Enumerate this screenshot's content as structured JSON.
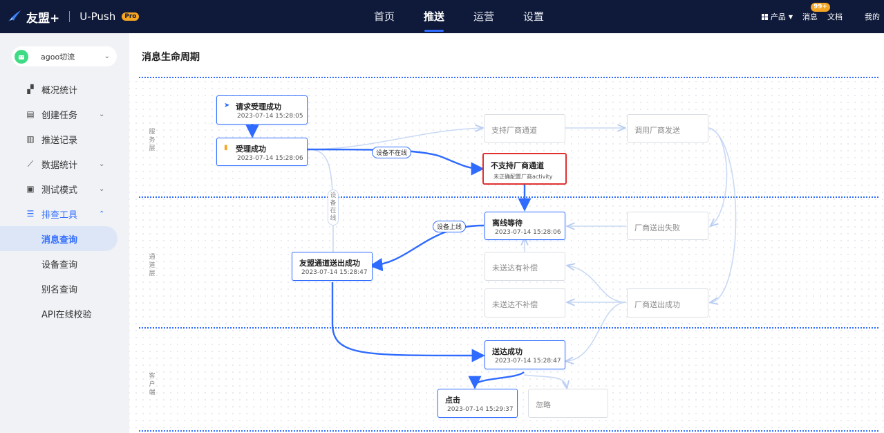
{
  "header": {
    "brand": "友盟+",
    "product": "U-Push",
    "product_badge": "Pro",
    "nav": [
      "首页",
      "推送",
      "运营",
      "设置"
    ],
    "nav_active_index": 1,
    "right": {
      "products": "产品",
      "messages": "消息",
      "messages_badge": "99+",
      "docs": "文档",
      "mine": "我的"
    }
  },
  "sidebar": {
    "app_select": "agoo切流",
    "items": [
      {
        "label": "概况统计",
        "icon": "chart-icon",
        "has_chevron": false
      },
      {
        "label": "创建任务",
        "icon": "task-icon",
        "has_chevron": true
      },
      {
        "label": "推送记录",
        "icon": "record-icon",
        "has_chevron": false
      },
      {
        "label": "数据统计",
        "icon": "line-chart-icon",
        "has_chevron": true
      },
      {
        "label": "测试模式",
        "icon": "monitor-icon",
        "has_chevron": true
      },
      {
        "label": "排查工具",
        "icon": "list-icon",
        "has_chevron": true,
        "open": true
      }
    ],
    "sub_items": [
      "消息查询",
      "设备查询",
      "别名查询",
      "API在线校验"
    ],
    "active_sub_index": 0
  },
  "main": {
    "title": "消息生命周期",
    "layers": [
      "服务层",
      "通道层",
      "客户端"
    ],
    "nodes": {
      "request_ok": {
        "title": "请求受理成功",
        "time": "2023-07-14 15:28:05"
      },
      "accept_ok": {
        "title": "受理成功",
        "time": "2023-07-14 15:28:06"
      },
      "vendor_supported": {
        "title": "支持厂商通道"
      },
      "vendor_call": {
        "title": "调用厂商发送"
      },
      "vendor_unsupported": {
        "title": "不支持厂商通道",
        "detail": "未正确配置厂商activity"
      },
      "offline_wait": {
        "title": "离线等待",
        "time": "2023-07-14 15:28:06"
      },
      "vendor_fail": {
        "title": "厂商送出失败"
      },
      "umeng_sent": {
        "title": "友盟通道送出成功",
        "time": "2023-07-14 15:28:47"
      },
      "undelivered_comp": {
        "title": "未送达有补偿"
      },
      "undelivered_nocomp": {
        "title": "未送达不补偿"
      },
      "vendor_sent": {
        "title": "厂商送出成功"
      },
      "delivered": {
        "title": "送达成功",
        "time": "2023-07-14 15:28:47"
      },
      "clicked": {
        "title": "点击",
        "time": "2023-07-14 15:29:37"
      },
      "ignored": {
        "title": "忽略"
      }
    },
    "edge_labels": {
      "device_offline": "设备不在线",
      "device_online_v": "设备在线",
      "device_online": "设备上线"
    }
  },
  "colors": {
    "topbar_bg": "#0f1a3a",
    "accent": "#2f6bff",
    "error": "#e03030",
    "badge": "#f5a623"
  }
}
